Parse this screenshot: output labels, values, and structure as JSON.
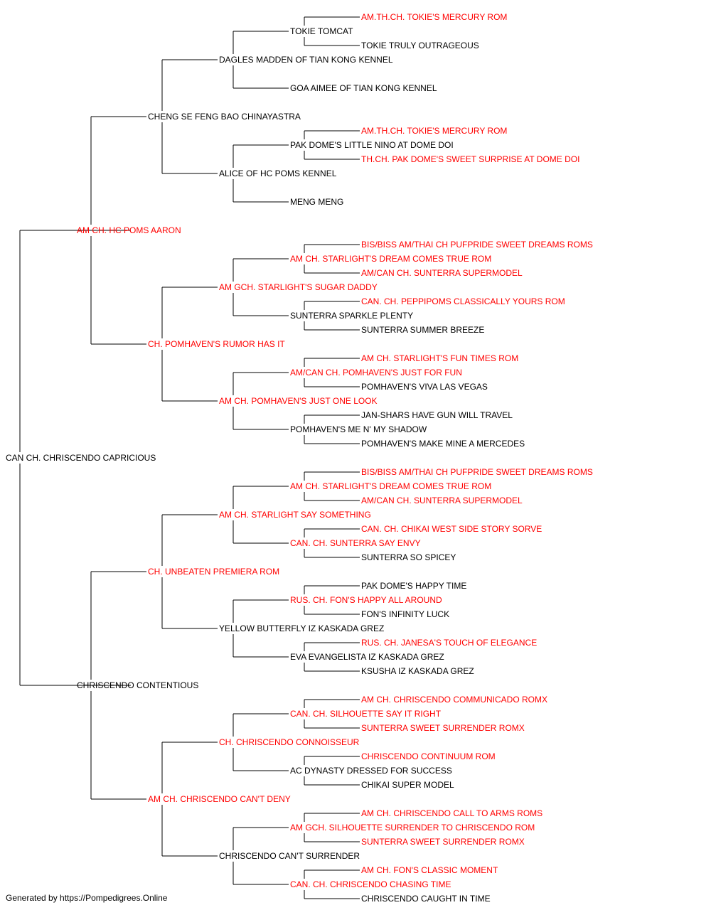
{
  "colors": {
    "titled": "#ff0000",
    "untitled": "#000000",
    "lines": "#000000"
  },
  "pedigree": {
    "subject": {
      "name": "CAN CH. CHRISCENDO CAPRICIOUS",
      "titled": false
    },
    "sire": {
      "name": "AM CH. HC POMS AARON",
      "titled": true,
      "sire": {
        "name": "CHENG SE FENG BAO CHINAYASTRA",
        "titled": false,
        "sire": {
          "name": "DAGLES MADDEN OF TIAN KONG KENNEL",
          "titled": false,
          "sire": {
            "name": "TOKIE TOMCAT",
            "titled": false,
            "sire": {
              "name": "AM.TH.CH. TOKIE'S MERCURY ROM",
              "titled": true
            },
            "dam": {
              "name": "TOKIE TRULY OUTRAGEOUS",
              "titled": false
            }
          },
          "dam": {
            "name": "GOA AIMEE OF TIAN KONG KENNEL",
            "titled": false
          }
        },
        "dam": {
          "name": "ALICE OF HC POMS KENNEL",
          "titled": false,
          "sire": {
            "name": "PAK DOME'S LITTLE NINO AT DOME DOI",
            "titled": false,
            "sire": {
              "name": "AM.TH.CH. TOKIE'S MERCURY ROM",
              "titled": true
            },
            "dam": {
              "name": "TH.CH. PAK DOME'S SWEET SURPRISE AT DOME DOI",
              "titled": true
            }
          },
          "dam": {
            "name": "MENG MENG",
            "titled": false
          }
        }
      },
      "dam": {
        "name": "CH. POMHAVEN'S RUMOR HAS IT",
        "titled": true,
        "sire": {
          "name": "AM GCH. STARLIGHT'S SUGAR DADDY",
          "titled": true,
          "sire": {
            "name": "AM CH. STARLIGHT'S DREAM COMES TRUE ROM",
            "titled": true,
            "sire": {
              "name": "BIS/BISS AM/THAI CH PUFPRIDE SWEET DREAMS ROMS",
              "titled": true
            },
            "dam": {
              "name": "AM/CAN CH. SUNTERRA SUPERMODEL",
              "titled": true
            }
          },
          "dam": {
            "name": "SUNTERRA SPARKLE PLENTY",
            "titled": false,
            "sire": {
              "name": "CAN. CH. PEPPIPOMS CLASSICALLY YOURS ROM",
              "titled": true
            },
            "dam": {
              "name": "SUNTERRA SUMMER BREEZE",
              "titled": false
            }
          }
        },
        "dam": {
          "name": "AM CH. POMHAVEN'S JUST ONE LOOK",
          "titled": true,
          "sire": {
            "name": "AM/CAN CH. POMHAVEN'S JUST FOR FUN",
            "titled": true,
            "sire": {
              "name": "AM CH. STARLIGHT'S FUN TIMES ROM",
              "titled": true
            },
            "dam": {
              "name": "POMHAVEN'S VIVA LAS VEGAS",
              "titled": false
            }
          },
          "dam": {
            "name": "POMHAVEN'S ME N' MY SHADOW",
            "titled": false,
            "sire": {
              "name": "JAN-SHARS HAVE GUN WILL TRAVEL",
              "titled": false
            },
            "dam": {
              "name": "POMHAVEN'S MAKE MINE A MERCEDES",
              "titled": false
            }
          }
        }
      }
    },
    "dam": {
      "name": "CHRISCENDO CONTENTIOUS",
      "titled": false,
      "sire": {
        "name": "CH. UNBEATEN PREMIERA ROM",
        "titled": true,
        "sire": {
          "name": "AM CH. STARLIGHT SAY SOMETHING",
          "titled": true,
          "sire": {
            "name": "AM CH. STARLIGHT'S DREAM COMES TRUE ROM",
            "titled": true,
            "sire": {
              "name": "BIS/BISS AM/THAI CH PUFPRIDE SWEET DREAMS ROMS",
              "titled": true
            },
            "dam": {
              "name": "AM/CAN CH. SUNTERRA SUPERMODEL",
              "titled": true
            }
          },
          "dam": {
            "name": "CAN. CH. SUNTERRA SAY ENVY",
            "titled": true,
            "sire": {
              "name": "CAN. CH. CHIKAI WEST SIDE STORY SORVE",
              "titled": true
            },
            "dam": {
              "name": "SUNTERRA SO SPICEY",
              "titled": false
            }
          }
        },
        "dam": {
          "name": "YELLOW BUTTERFLY IZ KASKADA GREZ",
          "titled": false,
          "sire": {
            "name": "RUS. CH. FON'S HAPPY ALL AROUND",
            "titled": true,
            "sire": {
              "name": "PAK DOME'S HAPPY TIME",
              "titled": false
            },
            "dam": {
              "name": "FON'S INFINITY LUCK",
              "titled": false
            }
          },
          "dam": {
            "name": "EVA EVANGELISTA IZ KASKADA GREZ",
            "titled": false,
            "sire": {
              "name": "RUS. CH. JANESA'S TOUCH OF ELEGANCE",
              "titled": true
            },
            "dam": {
              "name": "KSUSHA IZ KASKADA GREZ",
              "titled": false
            }
          }
        }
      },
      "dam": {
        "name": "AM CH. CHRISCENDO CAN'T DENY",
        "titled": true,
        "sire": {
          "name": "CH. CHRISCENDO CONNOISSEUR",
          "titled": true,
          "sire": {
            "name": "CAN. CH. SILHOUETTE SAY IT RIGHT",
            "titled": true,
            "sire": {
              "name": "AM CH. CHRISCENDO COMMUNICADO ROMX",
              "titled": true
            },
            "dam": {
              "name": "SUNTERRA SWEET SURRENDER ROMX",
              "titled": true
            }
          },
          "dam": {
            "name": "AC DYNASTY DRESSED FOR SUCCESS",
            "titled": false,
            "sire": {
              "name": "CHRISCENDO CONTINUUM ROM",
              "titled": true
            },
            "dam": {
              "name": "CHIKAI SUPER MODEL",
              "titled": false
            }
          }
        },
        "dam": {
          "name": "CHRISCENDO CAN'T SURRENDER",
          "titled": false,
          "sire": {
            "name": "AM GCH. SILHOUETTE SURRENDER TO CHRISCENDO ROM",
            "titled": true,
            "sire": {
              "name": "AM CH. CHRISCENDO CALL TO ARMS ROMS",
              "titled": true
            },
            "dam": {
              "name": "SUNTERRA SWEET SURRENDER ROMX",
              "titled": true
            }
          },
          "dam": {
            "name": "CAN. CH. CHRISCENDO CHASING TIME",
            "titled": true,
            "sire": {
              "name": "AM CH. FON'S CLASSIC MOMENT",
              "titled": true
            },
            "dam": {
              "name": "CHRISCENDO CAUGHT IN TIME",
              "titled": false
            }
          }
        }
      }
    }
  },
  "footer": {
    "text": "Generated by https://Pompedigrees.Online"
  }
}
